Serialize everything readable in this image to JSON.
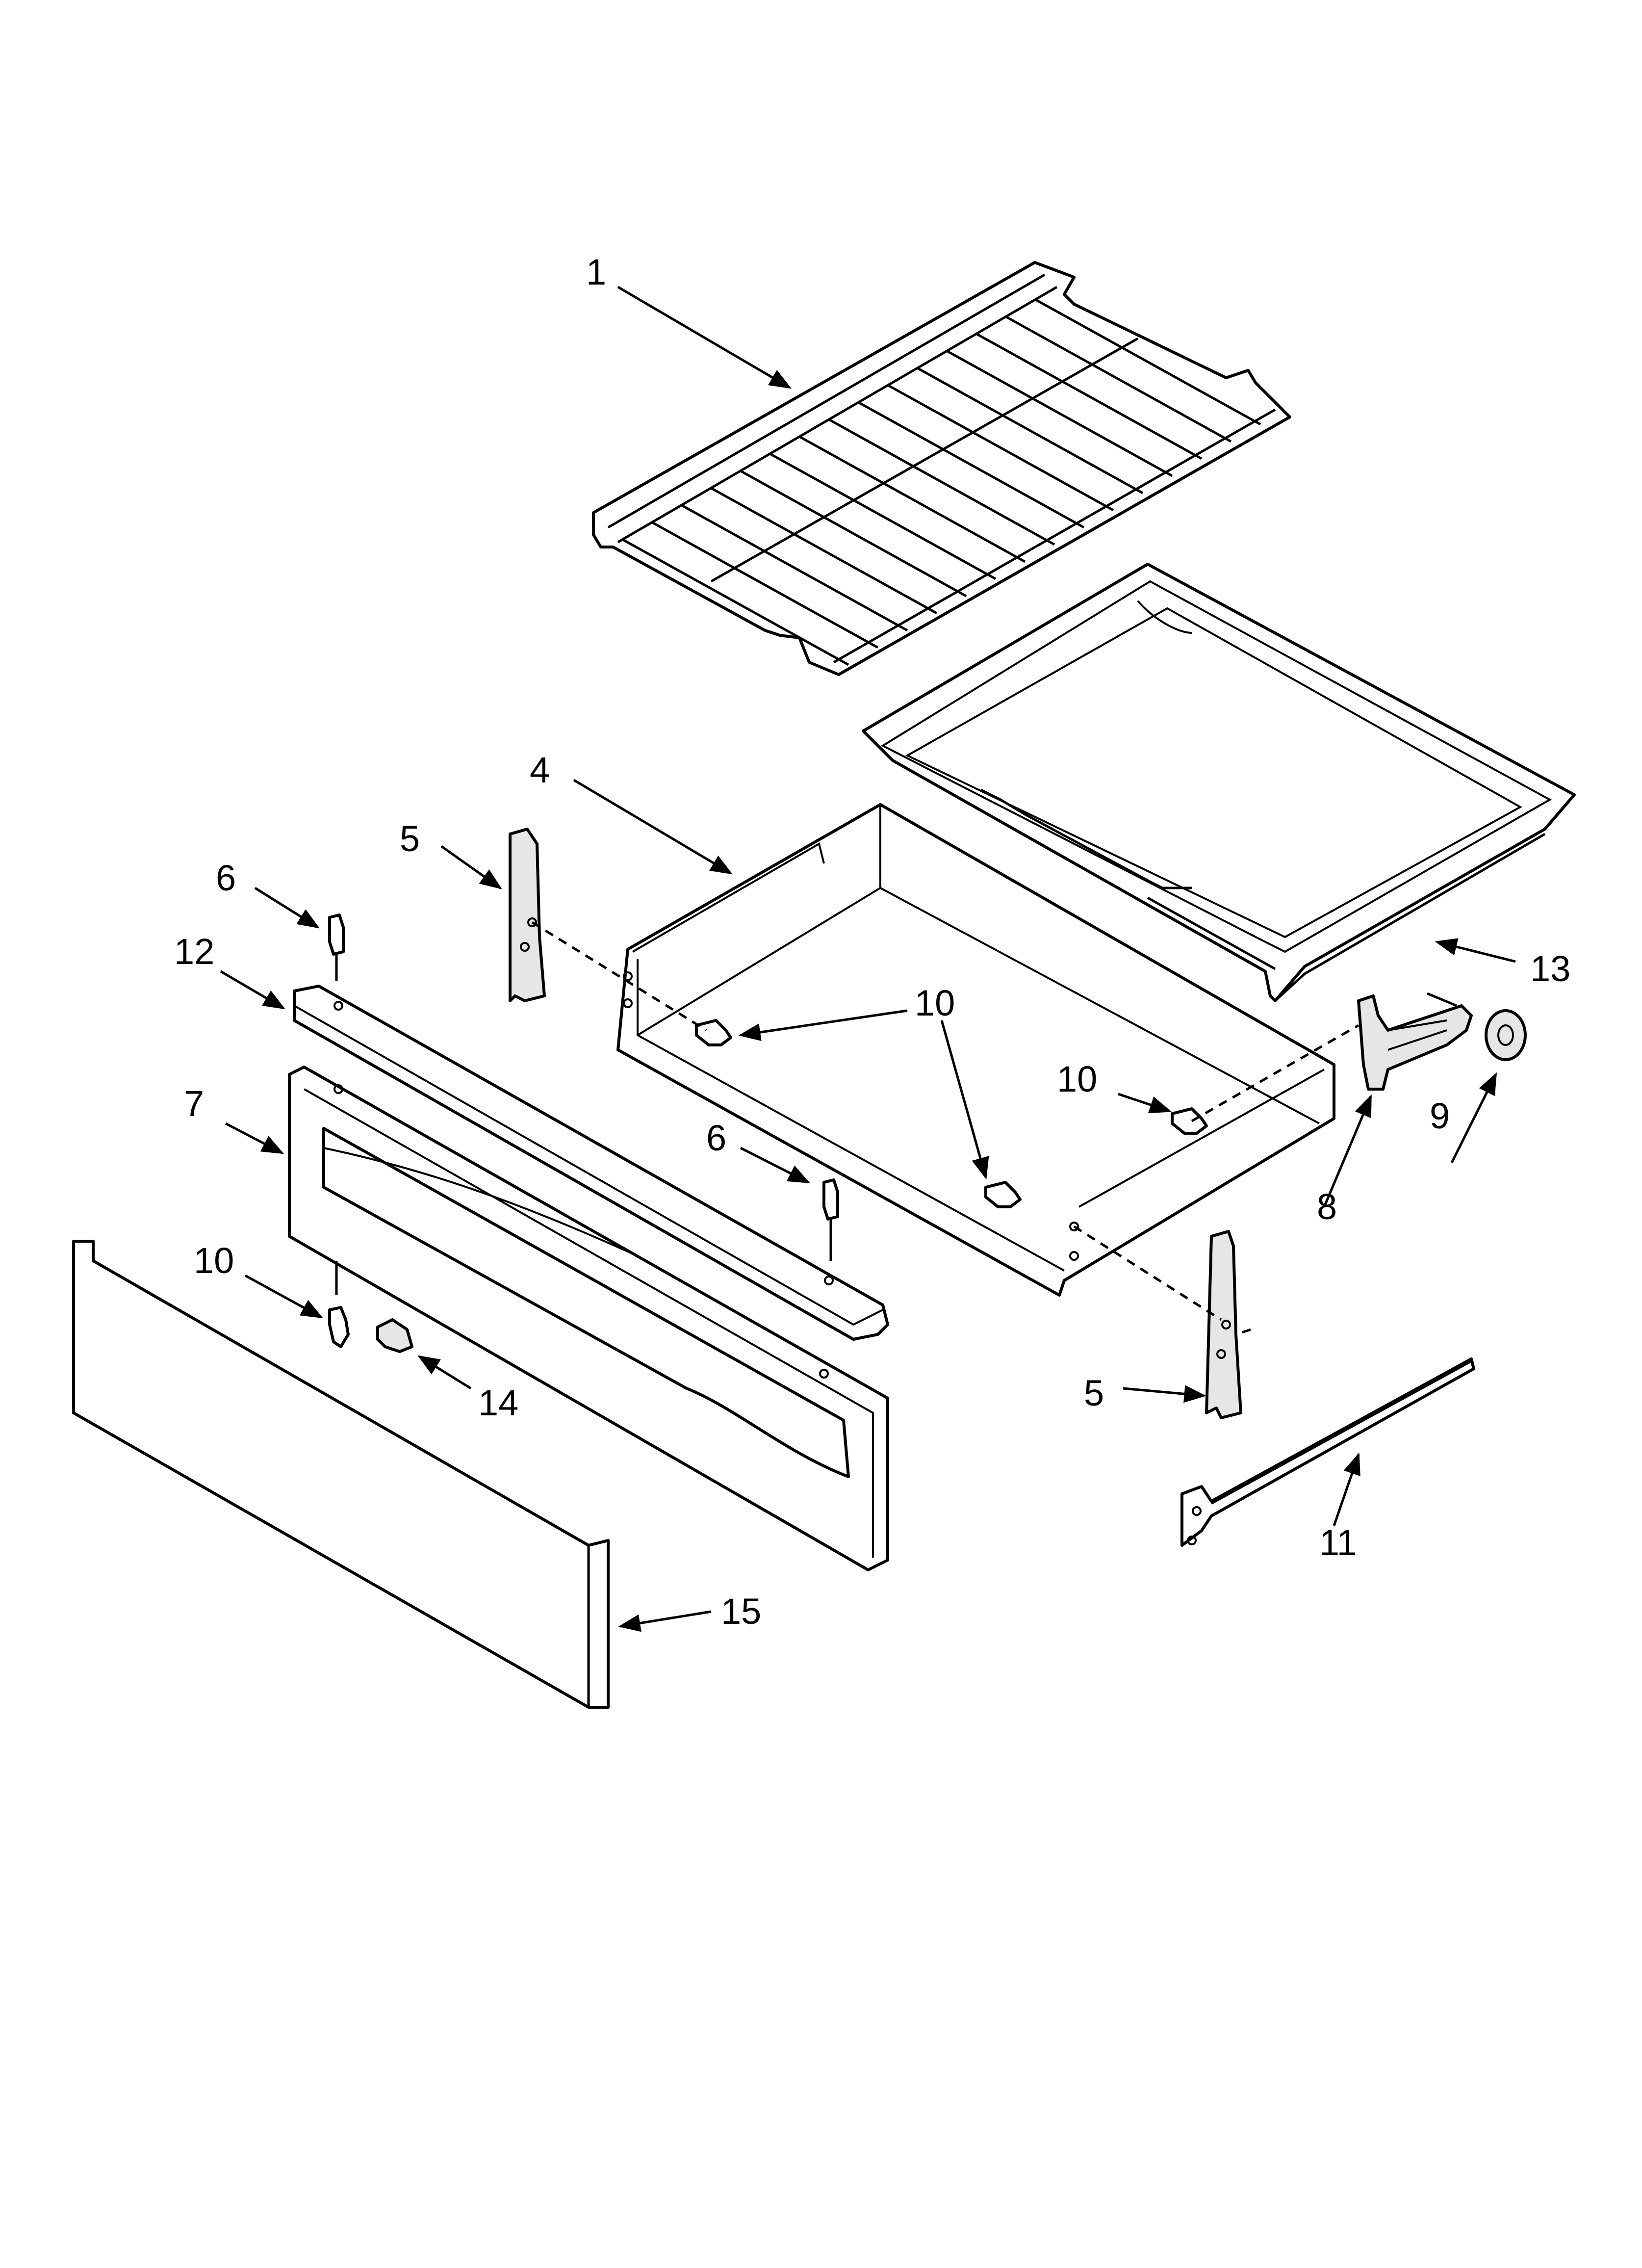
{
  "diagram": {
    "callouts": {
      "c1": "1",
      "c4": "4",
      "c5a": "5",
      "c5b": "5",
      "c6a": "6",
      "c6b": "6",
      "c7": "7",
      "c8": "8",
      "c9": "9",
      "c10a": "10",
      "c10b": "10",
      "c10c": "10",
      "c11": "11",
      "c12": "12",
      "c13": "13",
      "c14": "14",
      "c15": "15"
    }
  }
}
